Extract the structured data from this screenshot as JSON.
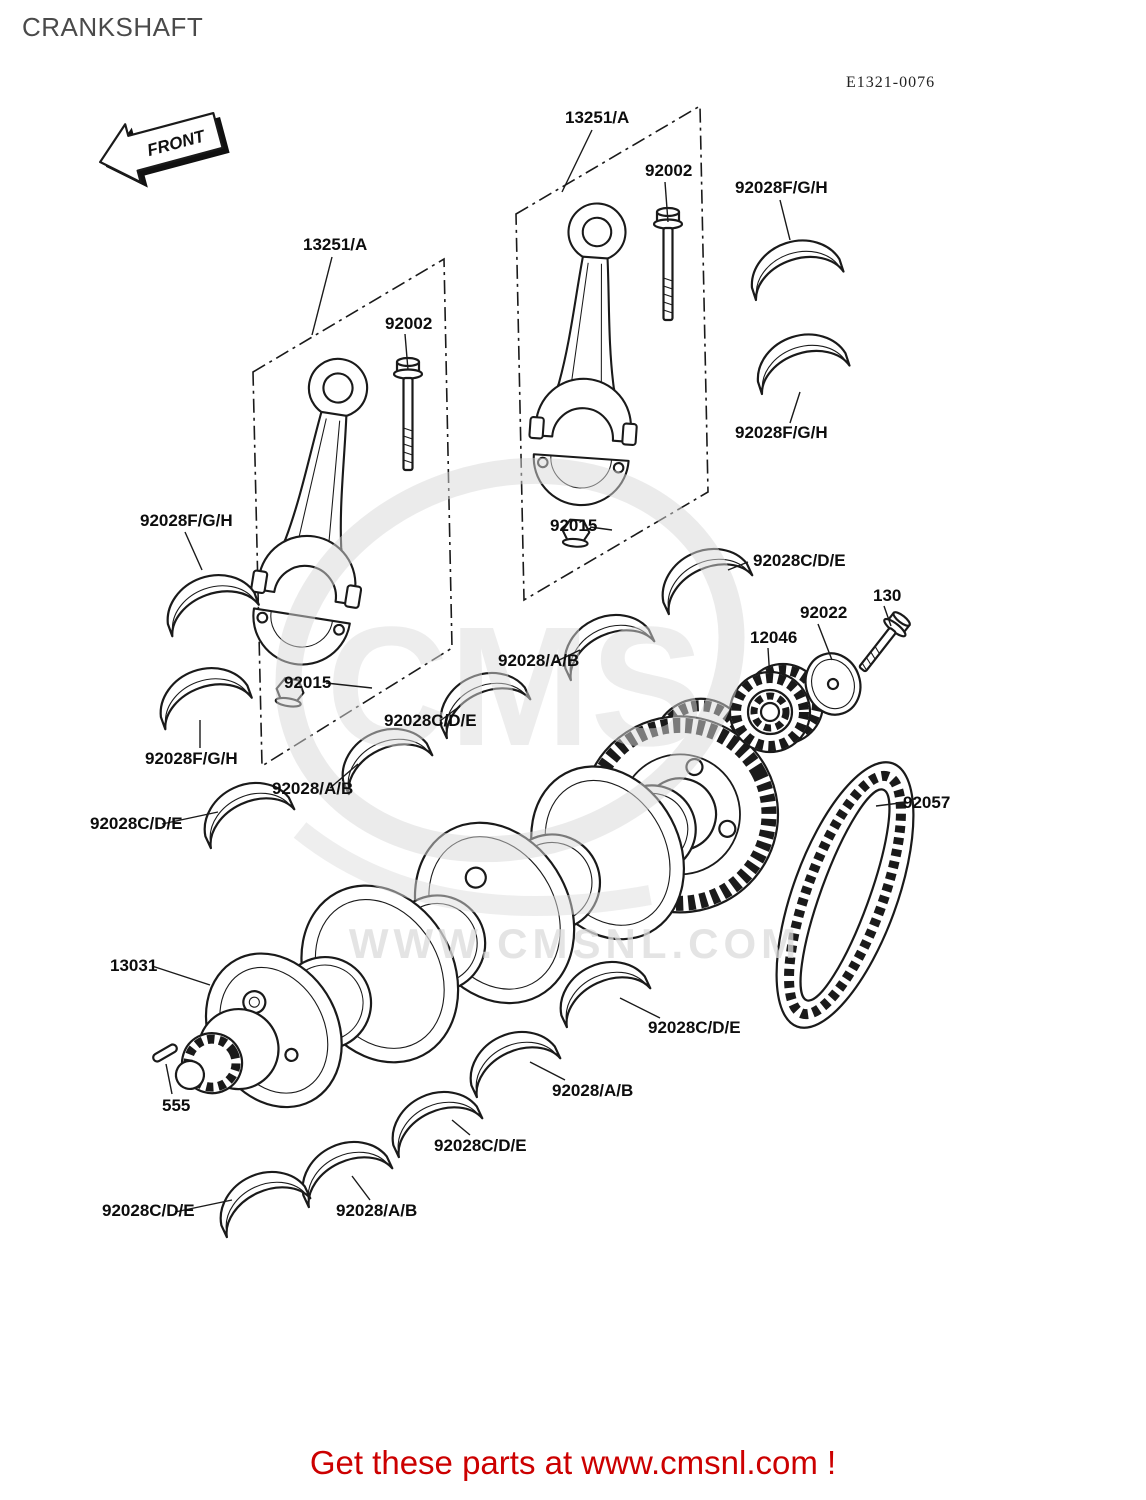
{
  "page": {
    "title": "CRANKSHAFT",
    "diagram_code": "E1321-0076",
    "front_label": "FRONT",
    "watermark_brand": "CMS",
    "watermark_url": "WWW.CMSNL.COM",
    "footer_text": "Get these parts at www.cmsnl.com !",
    "footer_color": "#cc0000",
    "line_color": "#1a1a1a"
  },
  "labels": [
    {
      "text": "13251/A"
    },
    {
      "text": "92002"
    },
    {
      "text": "92028F/G/H"
    },
    {
      "text": "13251/A"
    },
    {
      "text": "92002"
    },
    {
      "text": "92028F/G/H"
    },
    {
      "text": "92015"
    },
    {
      "text": "92028F/G/H"
    },
    {
      "text": "92028C/D/E"
    },
    {
      "text": "92022"
    },
    {
      "text": "130"
    },
    {
      "text": "12046"
    },
    {
      "text": "92028/A/B"
    },
    {
      "text": "92015"
    },
    {
      "text": "92028C/D/E"
    },
    {
      "text": "92028F/G/H"
    },
    {
      "text": "92028/A/B"
    },
    {
      "text": "92057"
    },
    {
      "text": "92028C/D/E"
    },
    {
      "text": "13031"
    },
    {
      "text": "92028C/D/E"
    },
    {
      "text": "92028/A/B"
    },
    {
      "text": "555"
    },
    {
      "text": "92028C/D/E"
    },
    {
      "text": "92028/A/B"
    },
    {
      "text": "92028C/D/E"
    }
  ]
}
